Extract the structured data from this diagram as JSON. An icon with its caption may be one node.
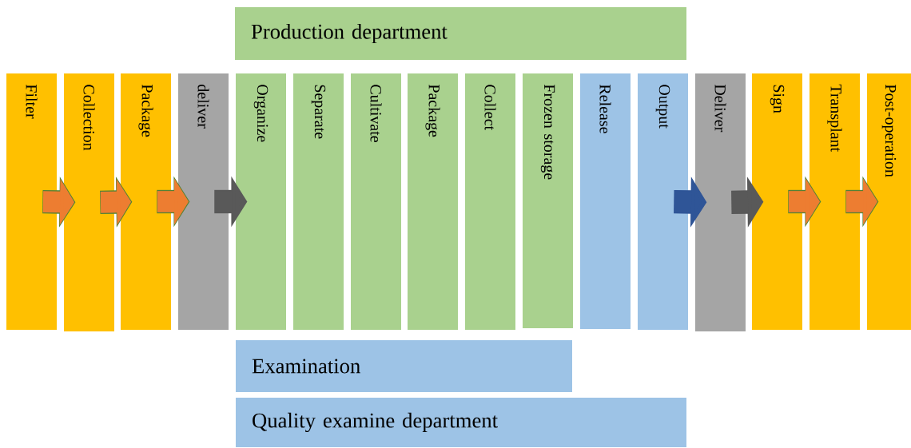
{
  "diagram": {
    "nodes": [
      {
        "text": [
          "Production department"
        ]
      },
      {
        "text": [
          "Filter"
        ]
      },
      {
        "text": [
          "Collection"
        ]
      },
      {
        "text": [
          "Package"
        ]
      },
      {
        "text": [
          "deliver"
        ]
      },
      {
        "text": [
          "Organize"
        ]
      },
      {
        "text": [
          "Separate"
        ]
      },
      {
        "text": [
          "Cultivate"
        ]
      },
      {
        "text": [
          "Package"
        ]
      },
      {
        "text": [
          "Collect"
        ]
      },
      {
        "text": [
          "Frozen storage"
        ]
      },
      {
        "text": [
          "Release"
        ]
      },
      {
        "text": [
          "Output"
        ]
      },
      {
        "text": [
          "Deliver"
        ]
      },
      {
        "text": [
          "Sign"
        ]
      },
      {
        "text": [
          "Transplant"
        ]
      },
      {
        "text": [
          "Post-operation"
        ]
      },
      {
        "text": [
          "Examination"
        ]
      },
      {
        "text": [
          "Quality examine department"
        ]
      }
    ],
    "edges": [
      {
        "from": 1,
        "to": 2,
        "arrow": "to"
      },
      {
        "from": 2,
        "to": 3,
        "arrow": "to"
      },
      {
        "from": 3,
        "to": 4,
        "arrow": "to"
      },
      {
        "from": 4,
        "to": 5,
        "arrow": "to",
        "color": "#595959"
      },
      {
        "from": 12,
        "to": 13,
        "arrow": "to",
        "color": "#2f5597"
      },
      {
        "from": 13,
        "to": 14,
        "arrow": "to",
        "color": "#595959"
      },
      {
        "from": 14,
        "to": 15,
        "arrow": "to"
      },
      {
        "from": 15,
        "to": 16,
        "arrow": "to"
      }
    ]
  }
}
